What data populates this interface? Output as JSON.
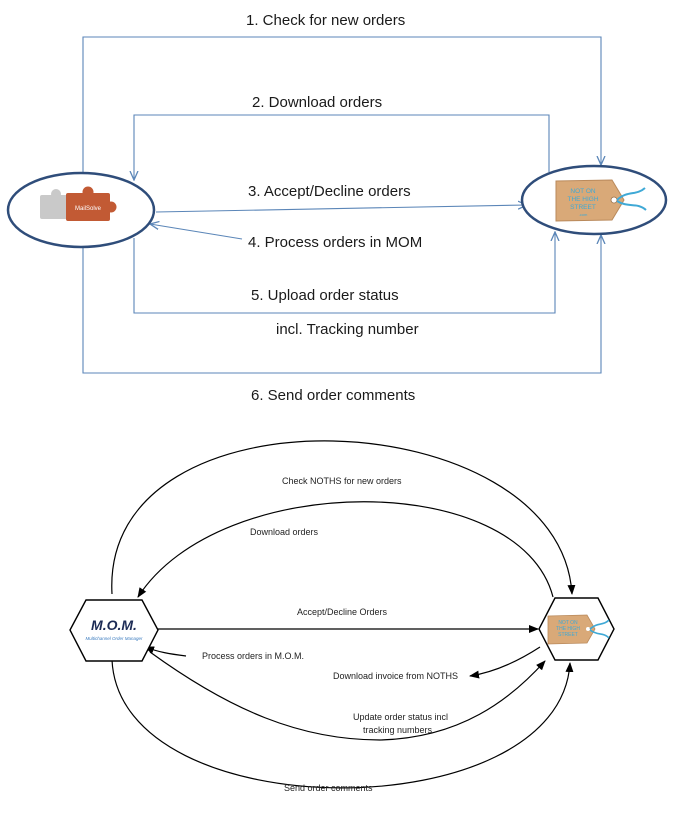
{
  "diagram1": {
    "steps": [
      "1.  Check for new orders",
      "2.  Download orders",
      "3.  Accept/Decline orders",
      "4.  Process orders in MOM",
      "5.  Upload order status",
      "incl. Tracking number",
      "6.  Send order comments"
    ],
    "left_logo_text": "MailSolve",
    "right_tag_text": [
      "NOT ON",
      "THE HIGH",
      "STREET",
      ".com"
    ],
    "line_color": "#5b86b8",
    "ellipse_color": "#2f4d7a"
  },
  "diagram2": {
    "labels": {
      "check": "Check NOTHS for new orders",
      "download": "Download orders",
      "accept": "Accept/Decline Orders",
      "process": "Process orders in M.O.M.",
      "invoice": "Download invoice from NOTHS",
      "update_1": "Update order status incl",
      "update_2": "tracking numbers",
      "comments": "Send order comments"
    },
    "mom_logo": "M.O.M.",
    "mom_sub": "Multichannel Order Manager",
    "tag_text": [
      "NOT ON",
      "THE HIGH",
      "STREET"
    ]
  }
}
